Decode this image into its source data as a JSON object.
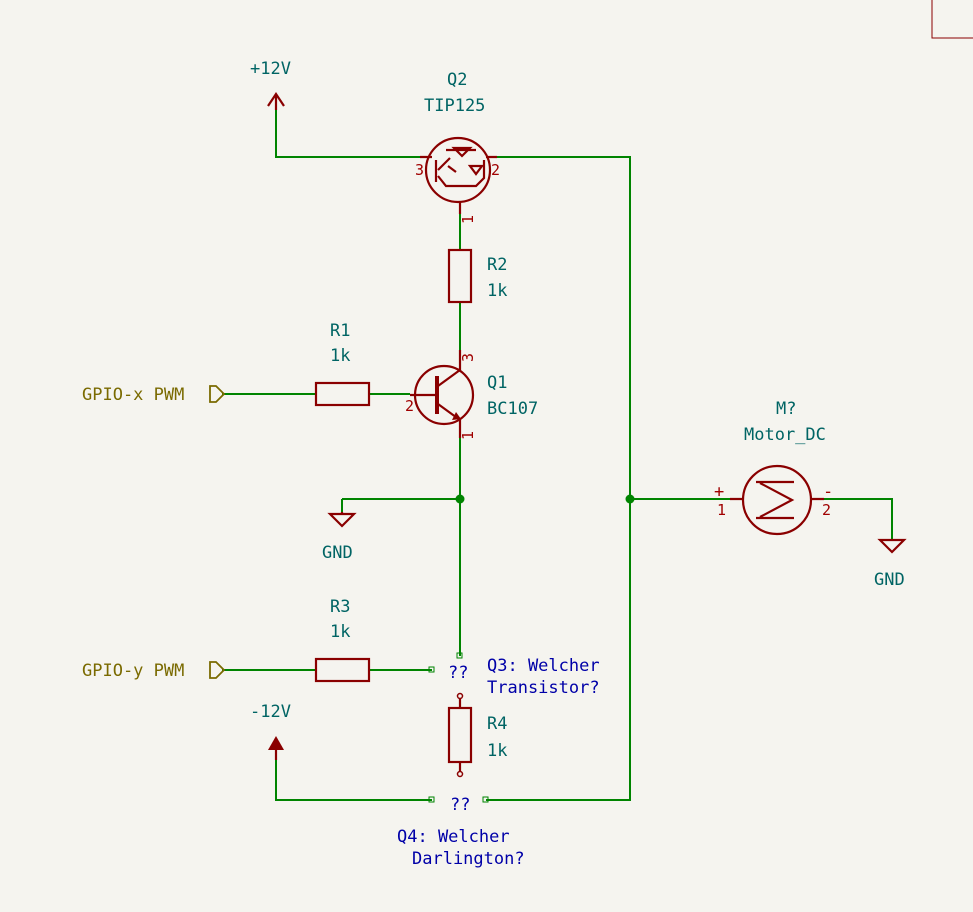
{
  "schematic": {
    "power": {
      "plus12": "+12V",
      "minus12": "-12V",
      "gnd1": "GND",
      "gnd2": "GND"
    },
    "labels": {
      "gpio_x": "GPIO-x PWM",
      "gpio_y": "GPIO-y PWM"
    },
    "Q2": {
      "ref": "Q2",
      "value": "TIP125",
      "pin_e": "3",
      "pin_c": "2",
      "pin_b": "1"
    },
    "R2": {
      "ref": "R2",
      "value": "1k"
    },
    "R1": {
      "ref": "R1",
      "value": "1k"
    },
    "Q1": {
      "ref": "Q1",
      "value": "BC107",
      "pin_c": "3",
      "pin_b": "2",
      "pin_e": "1"
    },
    "R3": {
      "ref": "R3",
      "value": "1k"
    },
    "R4": {
      "ref": "R4",
      "value": "1k"
    },
    "Q3": {
      "mark": "??",
      "note1": "Q3: Welcher",
      "note2": "Transistor?"
    },
    "Q4": {
      "mark": "??",
      "note1": "Q4: Welcher",
      "note2": "Darlington?"
    },
    "M": {
      "ref": "M?",
      "value": "Motor_DC",
      "pin1": "1",
      "pin2": "2",
      "plus": "+",
      "minus": "-"
    }
  },
  "colors": {
    "wire": "#008400",
    "component": "#8a0000",
    "reference": "#006464",
    "label": "#7a6a00",
    "unknown": "#0000a8",
    "background": "#f5f4ef"
  }
}
